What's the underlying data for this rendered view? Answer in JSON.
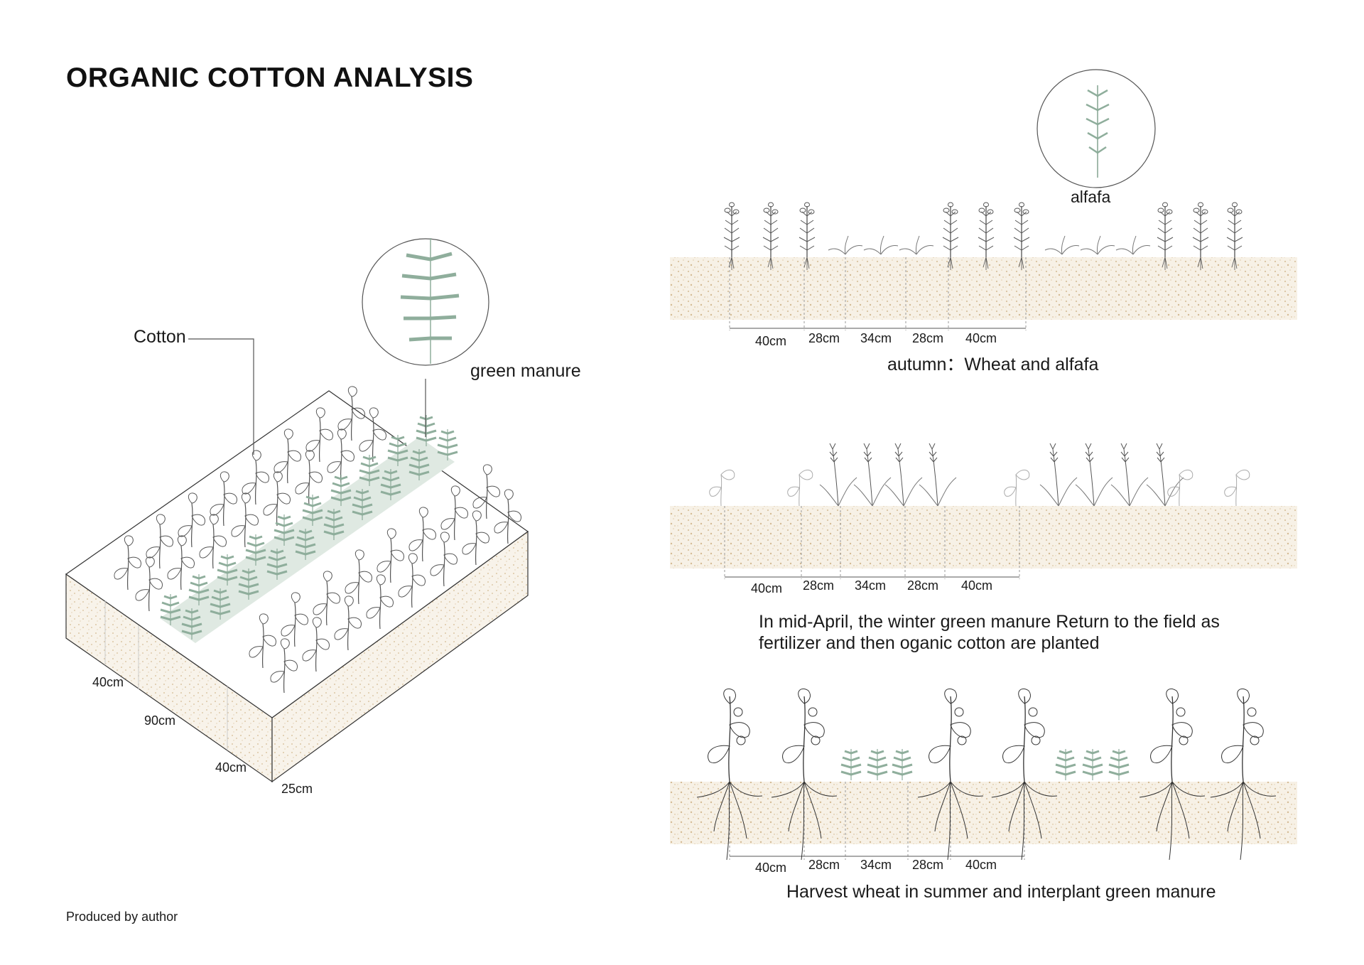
{
  "title": "ORGANIC COTTON ANALYSIS",
  "credit": "Produced by author",
  "iso": {
    "label_cotton": "Cotton",
    "label_green_manure": "green manure",
    "dim_a": "40cm",
    "dim_b": "90cm",
    "dim_c": "40cm",
    "dim_d": "25cm"
  },
  "alfalfa_label": "alfafa",
  "panels": [
    {
      "dims": [
        "40cm",
        "28cm",
        "34cm",
        "28cm",
        "40cm"
      ],
      "caption": "autumn：Wheat and alfafa"
    },
    {
      "dims": [
        "40cm",
        "28cm",
        "34cm",
        "28cm",
        "40cm"
      ],
      "caption_line1": "In mid-April, the winter green manure Return to the field as",
      "caption_line2": "fertilizer and then oganic cotton are planted"
    },
    {
      "dims": [
        "40cm",
        "28cm",
        "34cm",
        "28cm",
        "40cm"
      ],
      "caption": "Harvest wheat in summer and interplant green manure"
    }
  ],
  "colors": {
    "soil_fill": "#f7f1e6",
    "soil_dots": "#d9c3a0",
    "green_manure": "#8fae9c",
    "line": "#333333"
  }
}
